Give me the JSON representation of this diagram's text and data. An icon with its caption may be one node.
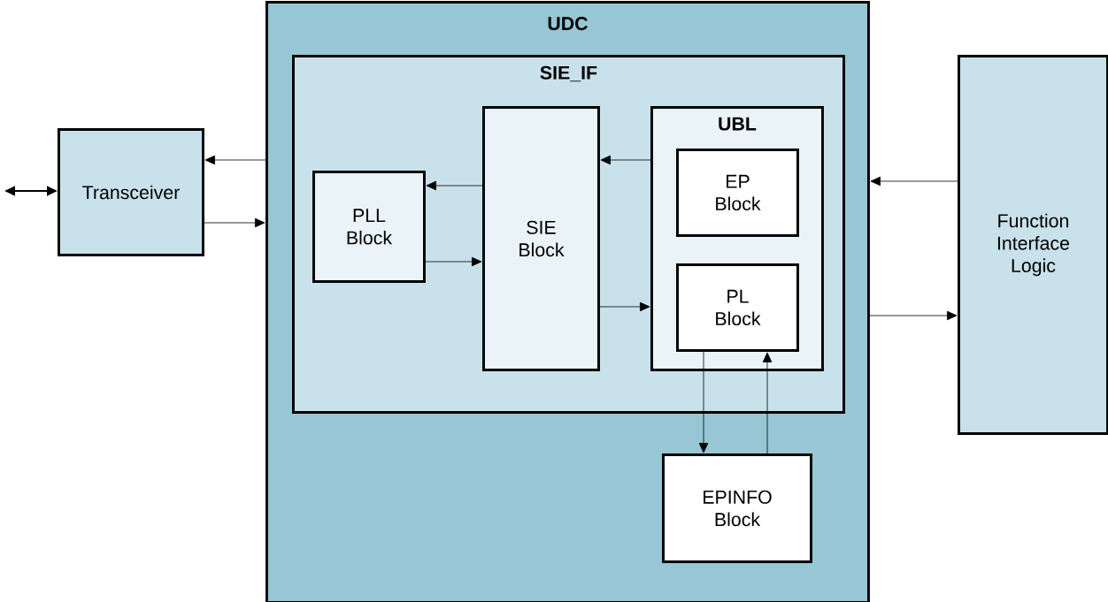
{
  "diagram": {
    "nodes": [
      {
        "text": [
          "UDC"
        ]
      },
      {
        "text": [
          "SIE_IF"
        ],
        "in": 0
      },
      {
        "text": [
          "PLL Block"
        ],
        "in": 1
      },
      {
        "text": [
          "SIE Block"
        ],
        "in": 1
      },
      {
        "text": [
          "UBL"
        ],
        "in": 1
      },
      {
        "text": [
          "EP Block"
        ],
        "in": 4
      },
      {
        "text": [
          "PL Block"
        ],
        "in": 4
      },
      {
        "text": [
          "EPINFO Block"
        ],
        "in": 0
      },
      {
        "text": [
          "Transceiver"
        ]
      },
      {
        "text": [
          "Function Interface Logic"
        ]
      }
    ],
    "edges": [
      {
        "from": 0,
        "to": 8,
        "arrow": "to"
      },
      {
        "from": 8,
        "to": 0,
        "arrow": "to"
      },
      {
        "from": 3,
        "to": 2,
        "arrow": "to"
      },
      {
        "from": 2,
        "to": 3,
        "arrow": "to"
      },
      {
        "from": 4,
        "to": 3,
        "arrow": "to"
      },
      {
        "from": 3,
        "to": 4,
        "arrow": "to"
      },
      {
        "from": 6,
        "to": 7,
        "arrow": "to"
      },
      {
        "from": 7,
        "to": 6,
        "arrow": "to"
      },
      {
        "from": 9,
        "to": 0,
        "arrow": "to"
      },
      {
        "from": 0,
        "to": 9,
        "arrow": "to"
      },
      {
        "from": null,
        "to": 8,
        "arrow": "both"
      }
    ]
  }
}
